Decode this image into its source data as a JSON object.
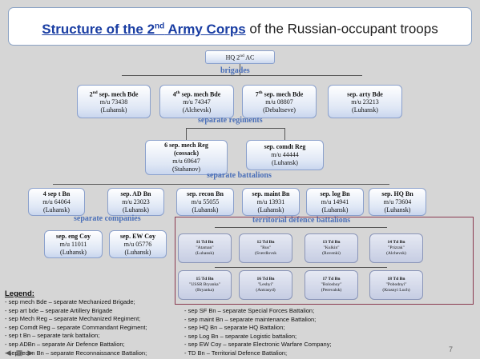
{
  "title": {
    "part1": "Structure  of the 2",
    "part1_sup": "nd",
    "part1_end": " Army Corps",
    "part2": " of the Russian-occupant troops"
  },
  "hq": {
    "label": "HQ 2",
    "sup": "nd",
    "label_end": "  AC"
  },
  "sections": {
    "brigades": "brigades",
    "regiments": "separate regiments",
    "battalions": "separate battalions",
    "companies": "separate companies",
    "territorial": "territorial defence battalions"
  },
  "brigades": [
    {
      "name": "2",
      "sup": "nd",
      "name_end": " sep. mech Bde",
      "unit": "m/u 73438",
      "place": "(Luhansk)"
    },
    {
      "name": "4",
      "sup": "th",
      "name_end": "  sep. mech Bde",
      "unit": "m/u 74347",
      "place": "(Alchevsk)"
    },
    {
      "name": "7",
      "sup": "th",
      "name_end": "  sep. mech Bde",
      "unit": "m/u 08807",
      "place": "(Debaltseve)"
    },
    {
      "name": "sep. arty Bde",
      "sup": "",
      "name_end": "",
      "unit": "m/u 23213",
      "place": "(Luhansk)"
    }
  ],
  "regiments": [
    {
      "name": "6 sep. mech Reg",
      "sub": "(cossack)",
      "unit": "m/u 69647",
      "place": "(Stahanov)"
    },
    {
      "name": "sep. comdt Reg",
      "sub": "",
      "unit": "m/u 44444",
      "place": "(Luhansk)"
    }
  ],
  "battalions": [
    {
      "name": "4 sep t Bn",
      "unit": "m/u 64064",
      "place": "(Luhansk)"
    },
    {
      "name": "sep. AD Bn",
      "unit": "m/u 23023",
      "place": "(Luhansk)"
    },
    {
      "name": "sep. recon Bn",
      "unit": "m/u 55055",
      "place": "(Luhansk)"
    },
    {
      "name": "sep. maint Bn",
      "unit": "m/u 13931",
      "place": "(Luhansk)"
    },
    {
      "name": "sep. log Bn",
      "unit": "m/u 14941",
      "place": "(Luhansk)"
    },
    {
      "name": "sep. HQ Bn",
      "unit": "m/u 73604",
      "place": "(Luhansk)"
    }
  ],
  "companies": [
    {
      "name": "sep. eng Coy",
      "unit": "m/u 11011",
      "place": "(Luhansk)"
    },
    {
      "name": "sep. EW Coy",
      "unit": "m/u 05776",
      "place": "(Luhansk)"
    }
  ],
  "territorial": [
    {
      "name": "11 Td Bn",
      "nick": "\"Ataman\"",
      "place": "(Luhansk)"
    },
    {
      "name": "12 Td Bn",
      "nick": "\"Rus\"",
      "place": "(Sverdlovsk"
    },
    {
      "name": "13 Td Bn",
      "nick": "\"Kulkin\"",
      "place": "(Rovenki)"
    },
    {
      "name": "14 Td Bn",
      "nick": "\"Prizrak\"",
      "place": "(Alchevsk)"
    },
    {
      "name": "15 Td Bn",
      "nick": "\"USSR  Bryanka\"",
      "place": "(Bryanka)"
    },
    {
      "name": "16 Td Bn",
      "nick": "\"Leshyi\"",
      "place": "(Antrasyd)"
    },
    {
      "name": "17 Td Bn",
      "nick": "\"Boloshoy\"",
      "place": "(Perevalsk)"
    },
    {
      "name": "18 Td Bn",
      "nick": "\"Pobodnyi\"",
      "place": "(Krasnyi Luch)"
    }
  ],
  "legend": {
    "title": "Legend:",
    "left": [
      "- sep mech Bde – separate Mechanized Brigade;",
      "- sep art bde – separate Artillery Brigade",
      "- sep Mech Reg – separate Mechanized Regiment;",
      "- sep Comdt Reg – separate Commandant Regiment;",
      "- sep t Bn – separate tank battalion;",
      "- sep ADBn – separate Air Defence Battalion;",
      "- sep recon Bn – separate Reconnaissance Battalion;"
    ],
    "right": [
      "- sep SF Bn – separate Special Forces Battalion;",
      "- sep maint Bn – separate maintenance Battalion;",
      "- sep HQ Bn – separate HQ Battalion;",
      "- sep Log Bn – separate Logistic battalion;",
      "- sep EW Coy – separate Electronic Warfare Company;",
      "- TD Bn – Territorial Defence Battalion;"
    ]
  },
  "page_number": "7"
}
